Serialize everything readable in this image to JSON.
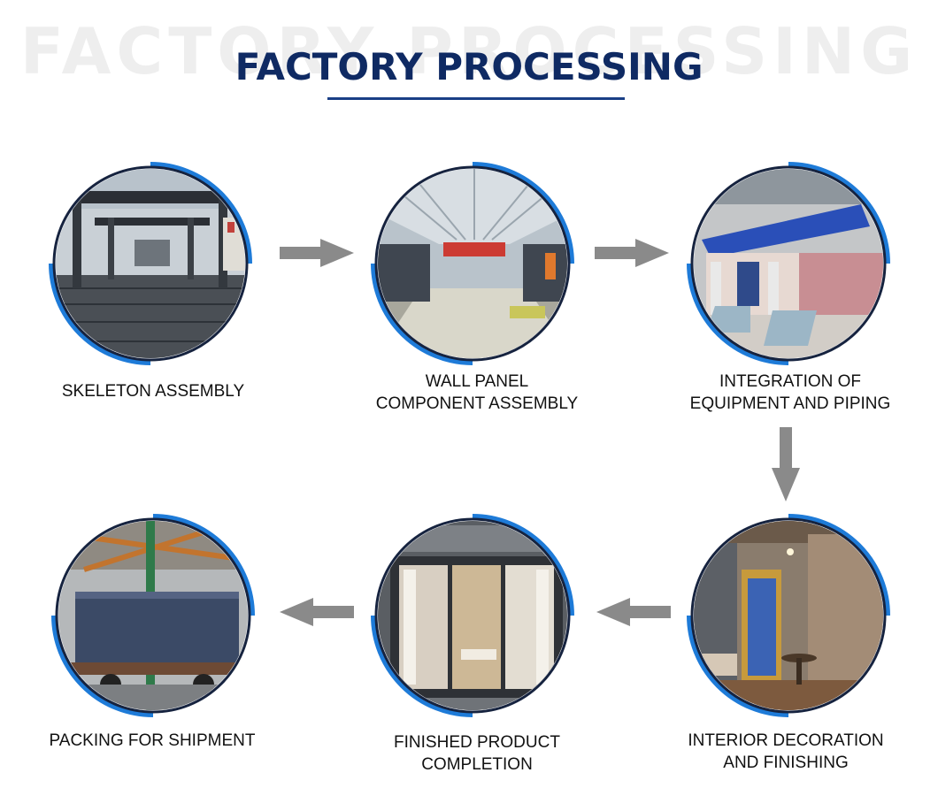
{
  "header": {
    "watermark": "FACTORY PROCESSING",
    "title": "FACTORY PROCESSING"
  },
  "colors": {
    "title": "#0f2a63",
    "ring": "#1e7bd8",
    "arrow": "#8a8a8a"
  },
  "steps": [
    {
      "label": "SKELETON ASSEMBLY",
      "image": "steel-frame-skeleton-photo"
    },
    {
      "label": "WALL PANEL\nCOMPONENT ASSEMBLY",
      "image": "factory-hall-photo"
    },
    {
      "label": "INTEGRATION OF\nEQUIPMENT AND PIPING",
      "image": "container-modules-with-stairs-photo"
    },
    {
      "label": "INTERIOR DECORATION\nAND FINISHING",
      "image": "finished-interior-room-photo"
    },
    {
      "label": "FINISHED PRODUCT\nCOMPLETION",
      "image": "container-with-glass-doors-photo"
    },
    {
      "label": "PACKING FOR SHIPMENT",
      "image": "container-on-truck-photo"
    }
  ]
}
